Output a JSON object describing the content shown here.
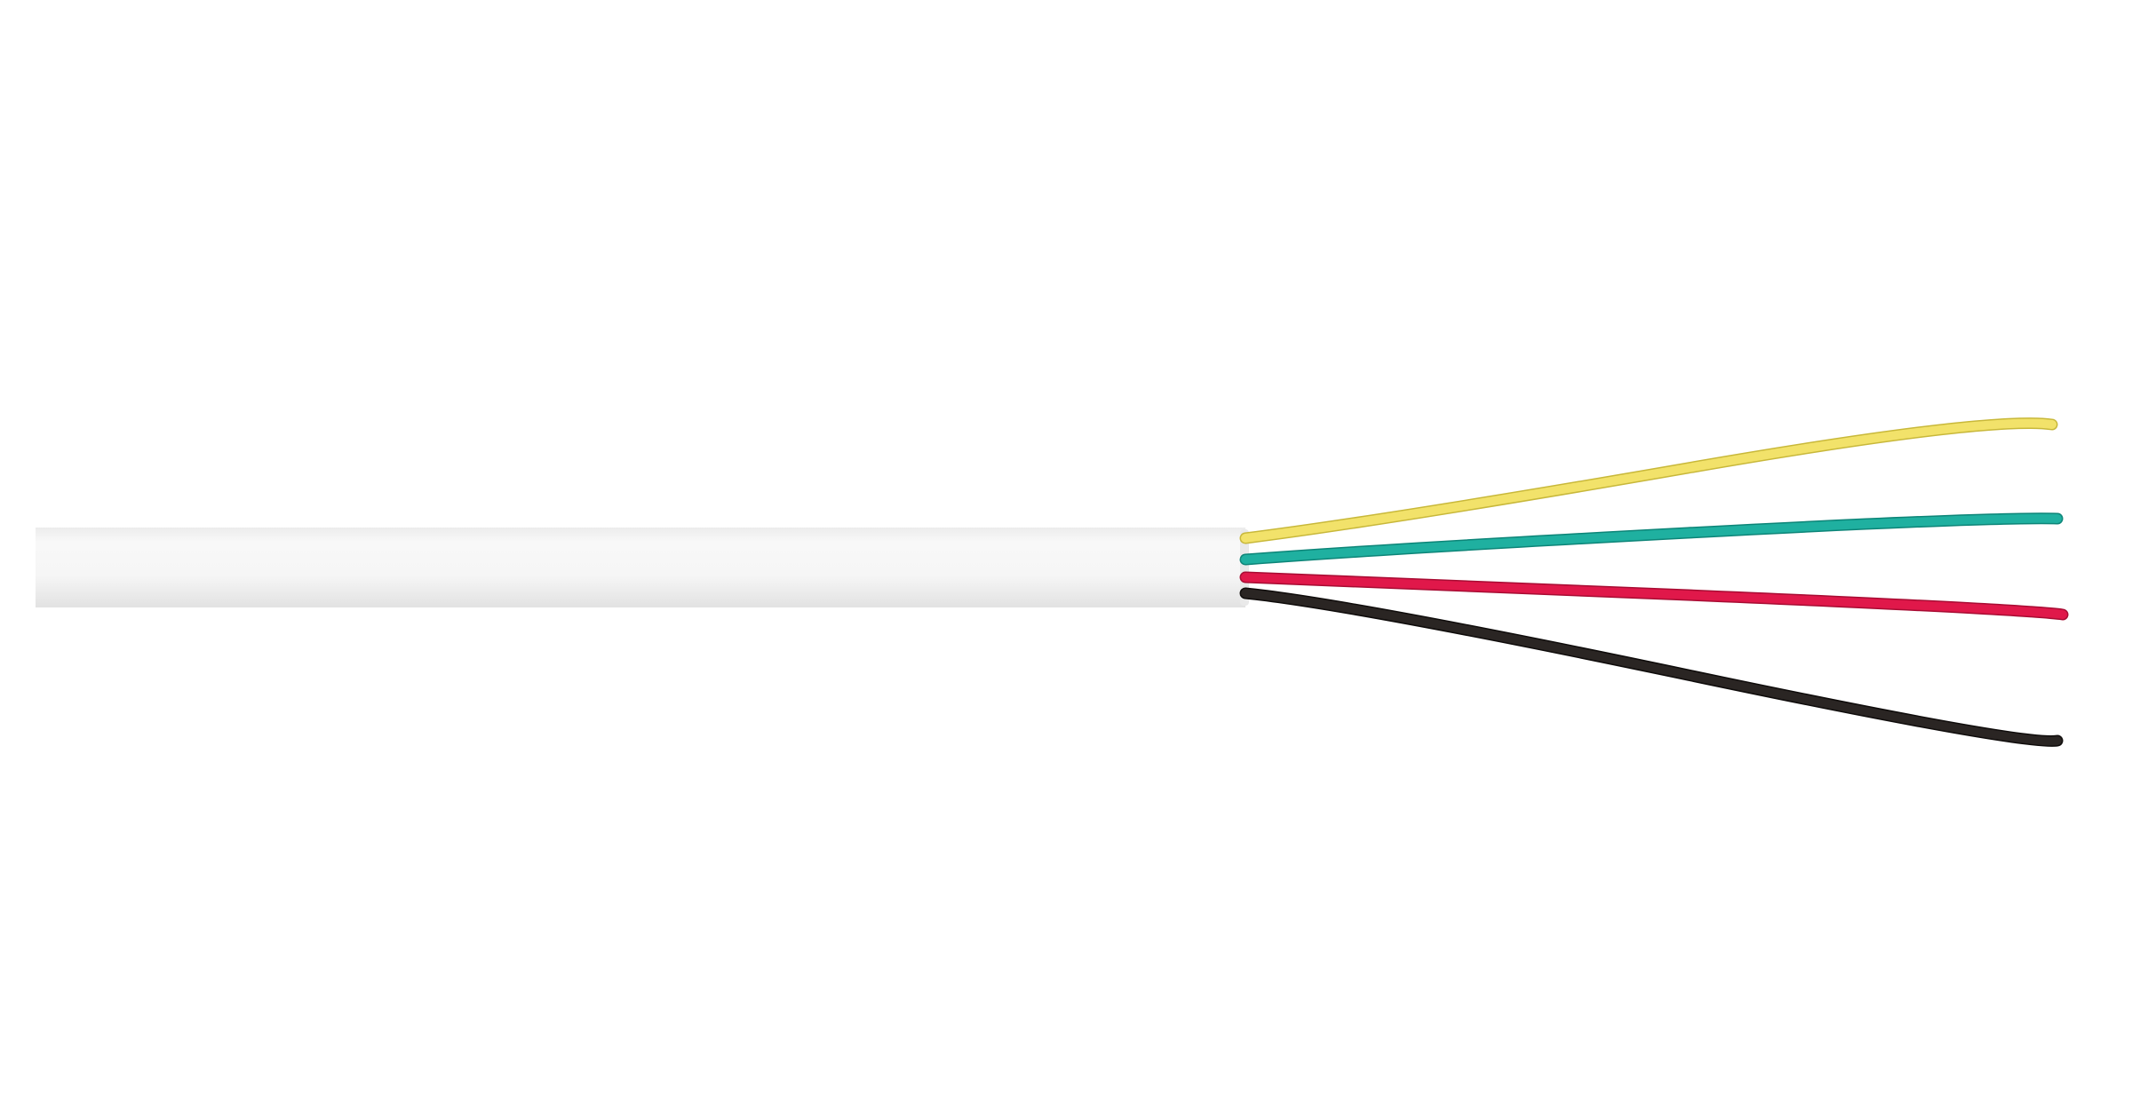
{
  "photo": {
    "background": "#ffffff",
    "jacket": {
      "color": "#f6f6f6",
      "shade": "#e3e3e3"
    },
    "conductors": [
      {
        "name": "yellow-wire",
        "color": "#f2e26a",
        "edge": "#c8b83a"
      },
      {
        "name": "green-wire",
        "color": "#1fb0a0",
        "edge": "#0d8578"
      },
      {
        "name": "red-wire",
        "color": "#e0184a",
        "edge": "#a80c33"
      },
      {
        "name": "black-wire",
        "color": "#2a2523",
        "edge": "#0f0c0b"
      }
    ]
  }
}
